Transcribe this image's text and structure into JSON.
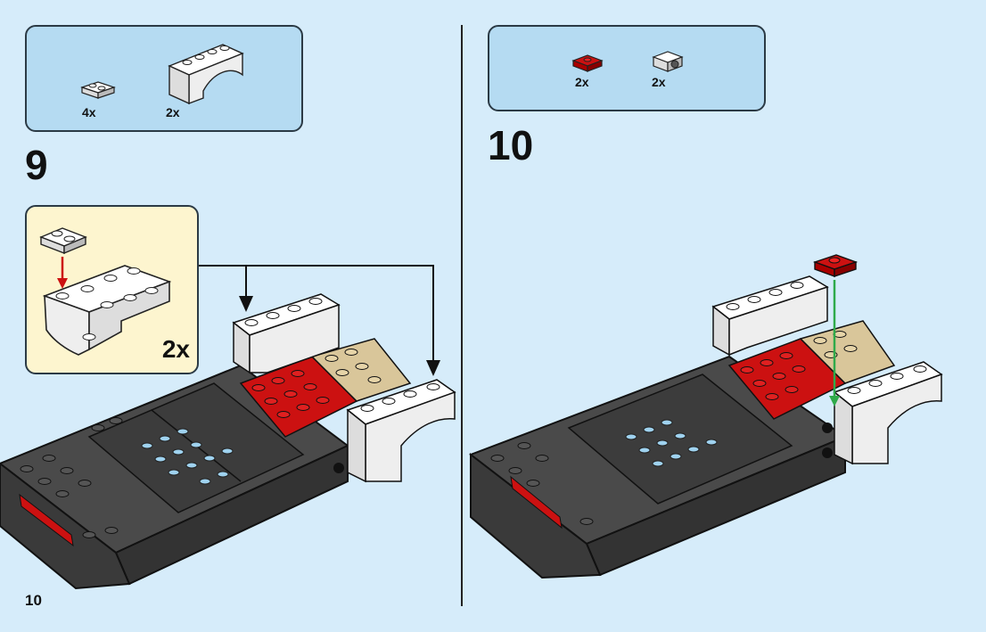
{
  "page": {
    "number": "10"
  },
  "steps": [
    {
      "number": "9",
      "parts": [
        {
          "name": "plate-1x2-white",
          "qty": "4x",
          "color": "#ffffff"
        },
        {
          "name": "arch-1x4-white",
          "qty": "2x",
          "color": "#ffffff"
        }
      ],
      "callout": {
        "multiplier": "2x"
      }
    },
    {
      "number": "10",
      "parts": [
        {
          "name": "plate-2x2-red",
          "qty": "2x",
          "color": "#cc1111"
        },
        {
          "name": "brick-1x1-clip-white",
          "qty": "2x",
          "color": "#ffffff"
        }
      ]
    }
  ],
  "colors": {
    "background": "#d6ecfa",
    "parts_box": "#b5dbf2",
    "callout": "#fdf5cf",
    "red": "#cc1111",
    "tan": "#d9c69a",
    "dark_gray": "#3a3a3a",
    "white": "#ffffff",
    "green_arrow": "#2faa4a"
  }
}
